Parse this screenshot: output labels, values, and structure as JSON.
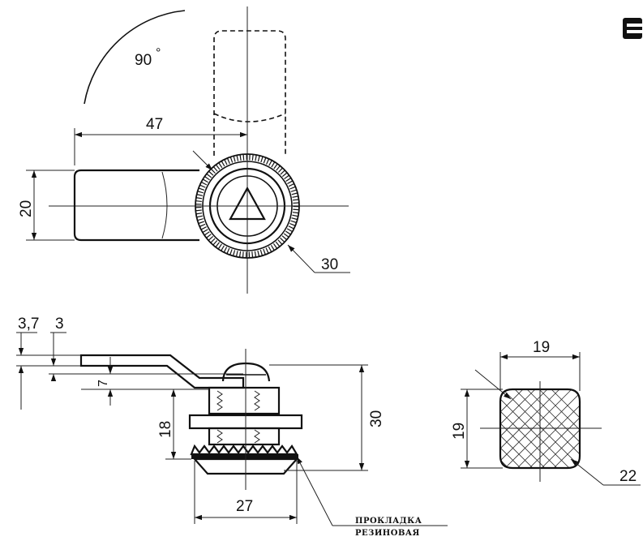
{
  "drawing": {
    "top_view": {
      "rotation_angle": "90",
      "rotation_unit": "°",
      "lever_length": "47",
      "lever_width": "20",
      "knurl_diameter": "30"
    },
    "side_view": {
      "dim_offset_a": "3,7",
      "dim_offset_b": "3",
      "dim_lever_drop": "7",
      "dim_thread_height": "18",
      "dim_total_height": "30",
      "dim_body_width": "27",
      "gasket_label_line1": "ПРОКЛАДКА",
      "gasket_label_line2": "РЕЗИНОВАЯ"
    },
    "section_view": {
      "dim_width": "19",
      "dim_height": "19",
      "dim_diagonal": "22"
    },
    "logo": "brand-logo-icon"
  }
}
